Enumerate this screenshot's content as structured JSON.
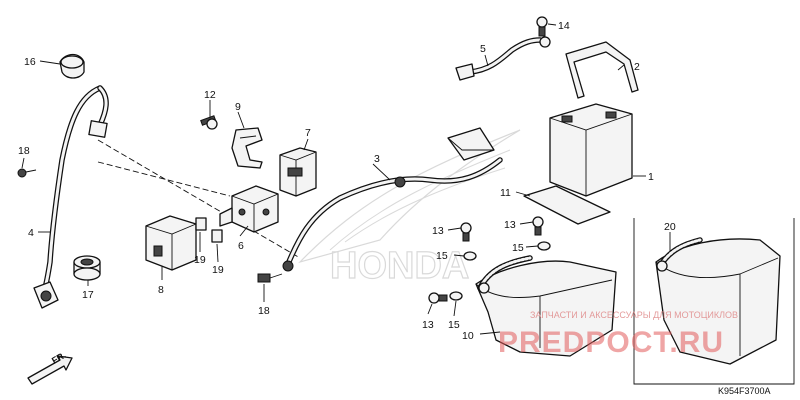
{
  "diagram": {
    "code": "K954F3700A",
    "direction_marker": "FR.",
    "brand_watermark": "HONDA",
    "site_watermark": "PREDPOCT.RU",
    "watermark_text": "ЗАПЧАСТИ И АКСЕССУАРЫ ДЛЯ МОТОЦИКЛОВ"
  },
  "callouts": {
    "c1": "1",
    "c2": "2",
    "c3": "3",
    "c4": "4",
    "c5": "5",
    "c6": "6",
    "c7": "7",
    "c8": "8",
    "c9": "9",
    "c10": "10",
    "c11": "11",
    "c12": "12",
    "c13a": "13",
    "c13b": "13",
    "c13c": "13",
    "c14": "14",
    "c15a": "15",
    "c15b": "15",
    "c15c": "15",
    "c16": "16",
    "c17": "17",
    "c18a": "18",
    "c18b": "18",
    "c19a": "19",
    "c19b": "19",
    "c20": "20"
  }
}
